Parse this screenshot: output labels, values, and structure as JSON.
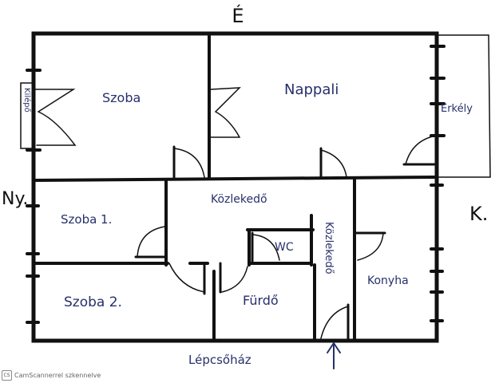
{
  "compass": {
    "north": "É",
    "west": "Ny.",
    "east": "K."
  },
  "rooms": {
    "szoba": "Szoba",
    "nappali": "Nappali",
    "erkely": "Erkély",
    "kilepo": "Kilépő",
    "szoba1": "Szoba 1.",
    "kozlekedo": "Közlekedő",
    "wc": "WC",
    "kozlekedo2": "Közlekedő",
    "konyha": "Konyha",
    "szoba2": "Szoba 2.",
    "furdo": "Fürdő",
    "lepcsohaz": "Lépcsőház"
  },
  "watermark": {
    "logo": "CS",
    "text": "CamScannerrel szkennelve"
  },
  "colors": {
    "ink": "#111111",
    "label": "#27306b"
  }
}
